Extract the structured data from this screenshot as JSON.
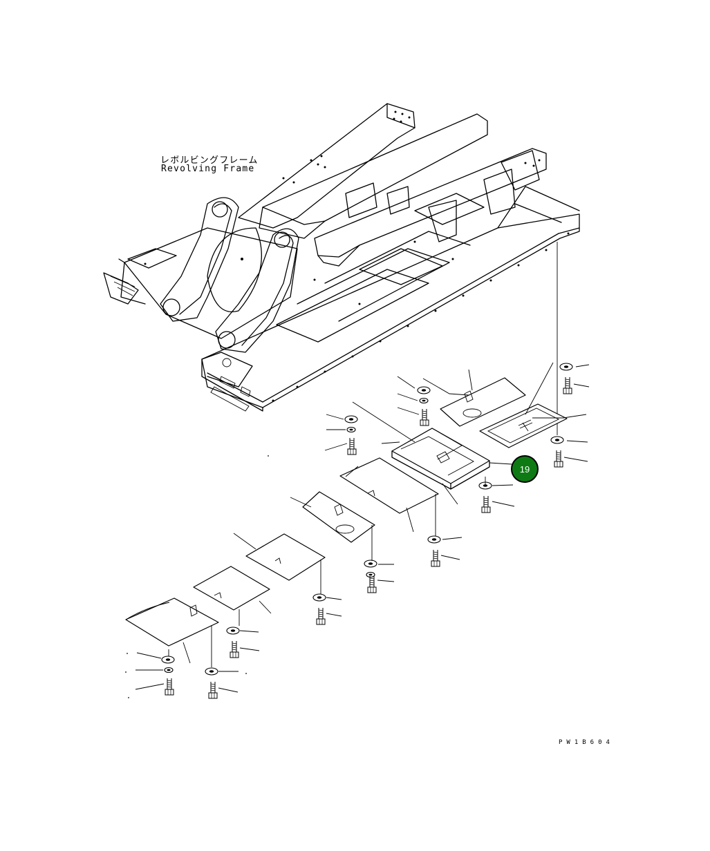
{
  "title_jp": "レボルビングフレーム",
  "title_en": "Revolving Frame",
  "callout": {
    "label": "19",
    "color": "#0e7a14"
  },
  "drawing_code": "PW1B604"
}
